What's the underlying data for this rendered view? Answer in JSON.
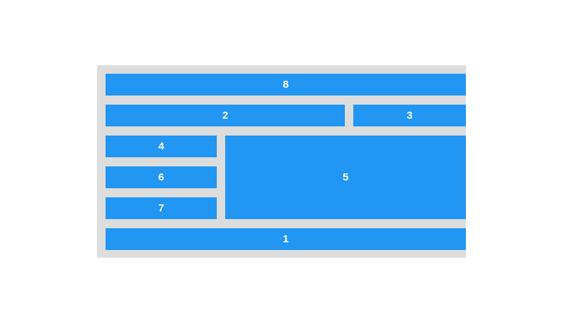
{
  "colors": {
    "container_bg": "#dddddd",
    "box_bg": "#2196f3",
    "box_text": "#ffffff"
  },
  "boxes": {
    "b8": "8",
    "b2": "2",
    "b3": "3",
    "b4": "4",
    "b5": "5",
    "b6": "6",
    "b7": "7",
    "b1": "1"
  }
}
